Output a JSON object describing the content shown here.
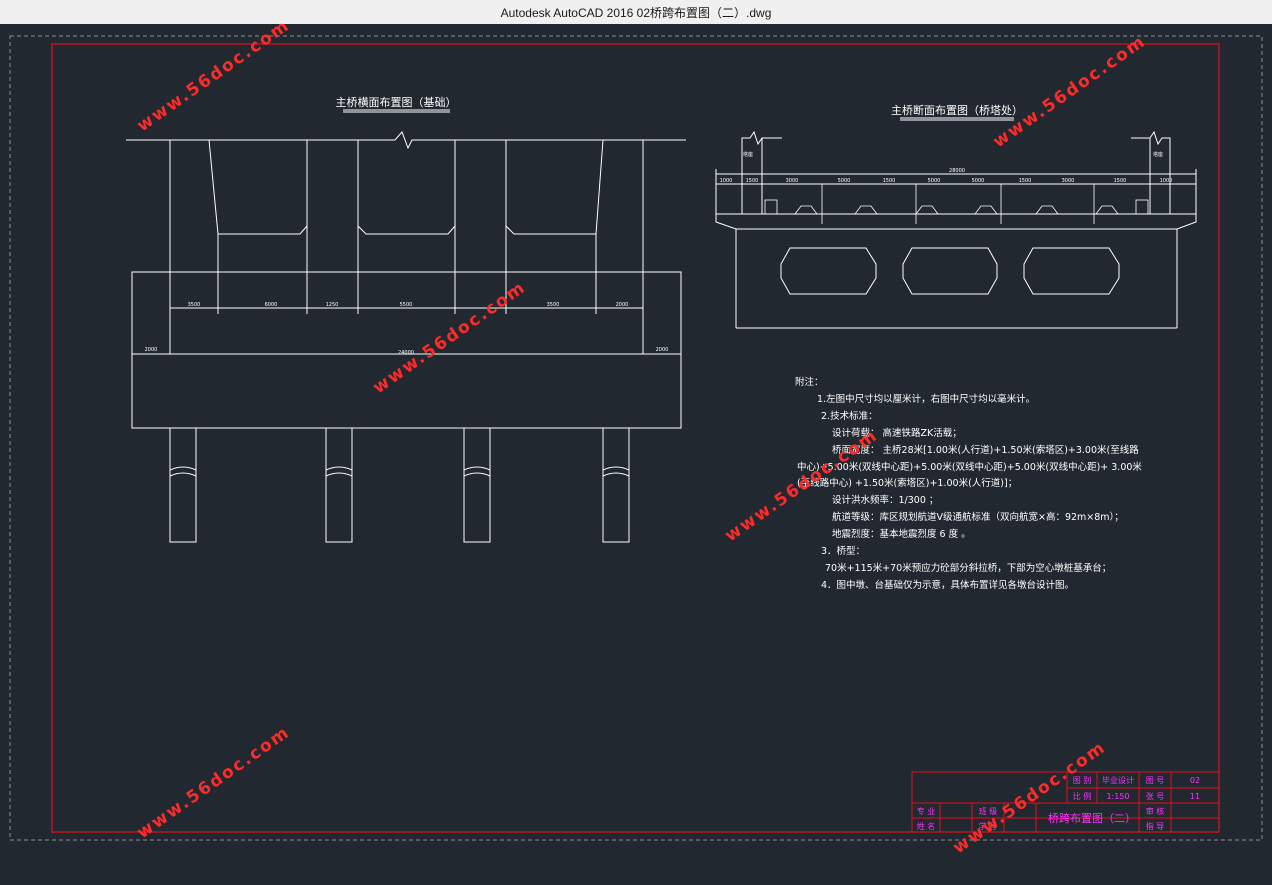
{
  "window": {
    "title": "Autodesk AutoCAD 2016     02桥跨布置图（二）.dwg"
  },
  "drawing": {
    "left_view_title": "主桥横面布置图（基础）",
    "right_view_title": "主桥断面布置图（桥塔处）",
    "left_dims": [
      "3500",
      "6000",
      "1250",
      "5500",
      "3500",
      "2000"
    ],
    "left_dim_edge_left": "2000",
    "left_dim_edge_right": "2000",
    "left_dim_total": "24000",
    "right_dim_total": "28000",
    "right_dims": [
      "1000",
      "1500",
      "3000",
      "5000",
      "1500",
      "5000",
      "5000",
      "1500",
      "3000",
      "1500",
      "1000"
    ],
    "right_side_label_left": "塔座",
    "right_side_label_right": "塔座"
  },
  "notes": {
    "heading": "附注：",
    "lines": [
      "1.左图中尺寸均以厘米计，右图中尺寸均以毫米计。",
      "2.技术标准：",
      "设计荷载：  高速铁路ZK活载；",
      "桥面宽度：  主桥28米[1.00米(人行道)+1.50米(索塔区)+3.00米(至线路",
      "中心)+5.00米(双线中心距)+5.00米(双线中心距)+5.00米(双线中心距)+ 3.00米",
      "(至线路中心) +1.50米(索塔区)+1.00米(人行道)]；",
      "设计洪水频率：1/300 ；",
      "航道等级：库区规划航道Ⅴ级通航标准（双向航宽×高：92m×8m）；",
      "地震烈度：基本地震烈度 6 度 。",
      "3．桥型：",
      "70米+115米+70米预应力砼部分斜拉桥，下部为空心墩桩基承台；",
      "4．图中墩、台基础仅为示意，具体布置详见各墩台设计图。"
    ]
  },
  "title_block": {
    "drawing_name": "桥跨布置图（二）",
    "row1": [
      "图 别",
      "毕业设计",
      "图 号",
      "02"
    ],
    "row2": [
      "比 例",
      "1:150",
      "张 号",
      "11"
    ],
    "left_labels": [
      "专 业",
      "姓 名"
    ],
    "mid_labels": [
      "班 级",
      "学 号"
    ],
    "right_labels": [
      "审 核",
      "指 导"
    ]
  },
  "watermark": {
    "text": "www.56doc.com"
  },
  "colors": {
    "background": "#212830",
    "frame": "#e0101a",
    "line": "#ffffff",
    "magenta": "#ff33ff",
    "watermark": "#ff2a2a",
    "titlebar": "#f0f0f0"
  }
}
